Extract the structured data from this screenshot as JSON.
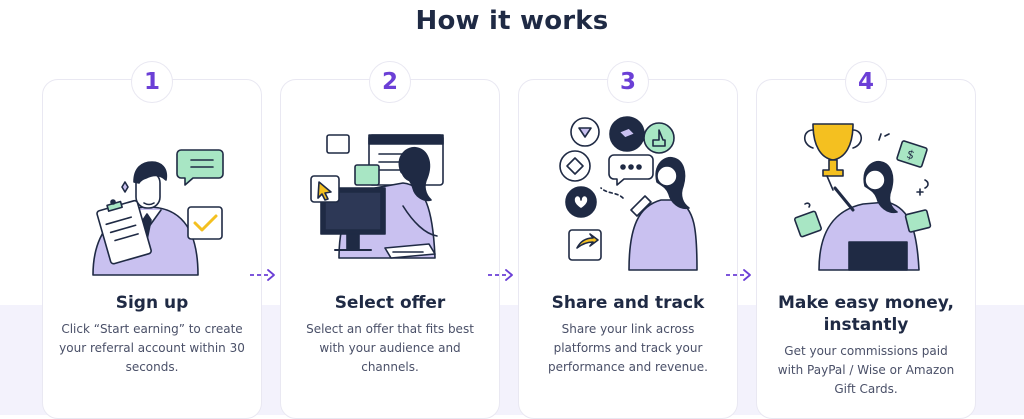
{
  "section": {
    "title": "How it works"
  },
  "steps": [
    {
      "number": "1",
      "title": "Sign up",
      "description": "Click “Start earning” to create your referral account within 30 seconds."
    },
    {
      "number": "2",
      "title": "Select offer",
      "description": "Select an offer that fits best with your audience and channels."
    },
    {
      "number": "3",
      "title": "Share and track",
      "description": "Share your link across platforms and track your performance and revenue."
    },
    {
      "number": "4",
      "title": "Make easy money, instantly",
      "description": "Get your commissions paid with PayPal / Wise or Amazon Gift Cards."
    }
  ],
  "icons": {
    "step1": "sign-up-illustration",
    "step2": "select-offer-illustration",
    "step3": "share-track-illustration",
    "step4": "trophy-money-illustration",
    "connector": "dashed-arrow-icon"
  },
  "colors": {
    "accent": "#6b3fd6",
    "heading": "#1f2a44",
    "band": "#f3f2fc",
    "illustration_purple": "#c9c1f0",
    "illustration_green": "#a8e6c4",
    "illustration_yellow": "#f4c020"
  }
}
